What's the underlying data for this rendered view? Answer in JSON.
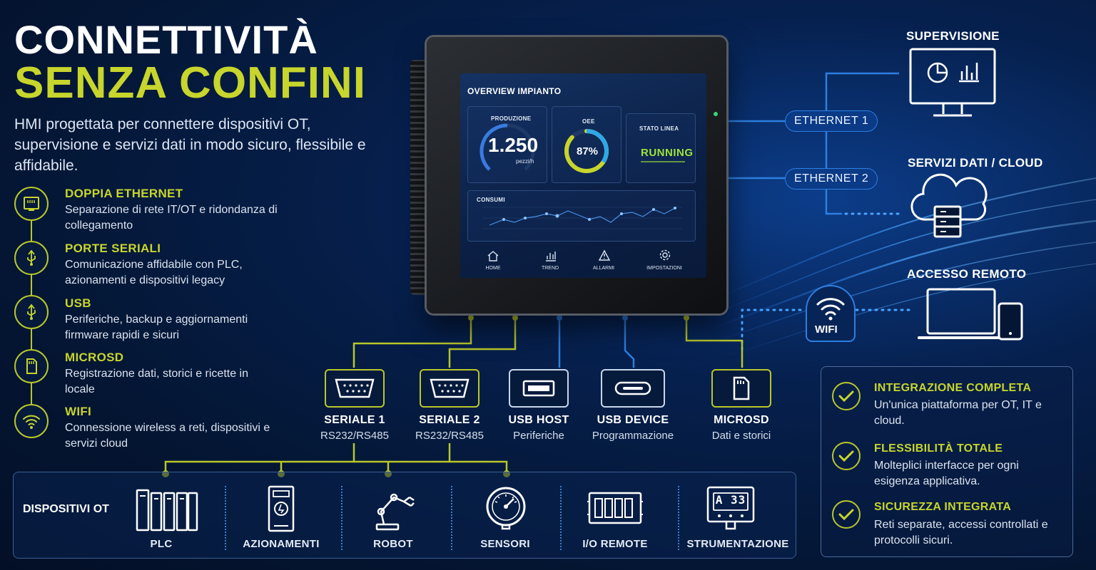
{
  "headline": {
    "line1": "CONNETTIVITÀ",
    "line2": "SENZA CONFINI",
    "intro": "HMI progettata per connettere dispositivi OT, supervisione e servizi dati in modo sicuro, flessibile e affidabile."
  },
  "features": [
    {
      "icon": "ethernet-port-icon",
      "title": "DOPPIA ETHERNET",
      "desc": "Separazione di rete IT/OT e ridondanza di collegamento"
    },
    {
      "icon": "usb-icon",
      "title": "PORTE SERIALI",
      "desc": "Comunicazione affidabile con PLC, azionamenti e dispositivi legacy"
    },
    {
      "icon": "usb-icon",
      "title": "USB",
      "desc": "Periferiche, backup e aggiornamenti firmware rapidi e sicuri"
    },
    {
      "icon": "microsd-icon",
      "title": "MICROSD",
      "desc": "Registrazione dati, storici e ricette in locale"
    },
    {
      "icon": "wifi-icon",
      "title": "WIFI",
      "desc": "Connessione wireless a reti, dispositivi e servizi cloud"
    }
  ],
  "hmi": {
    "title": "OVERVIEW IMPIANTO",
    "produzione_label": "PRODUZIONE",
    "produzione_value": "1.250",
    "produzione_unit": "pezzi/h",
    "oee_label": "OEE",
    "oee_value": "87%",
    "oee_fraction": 0.87,
    "stato_label": "STATO LINEA",
    "stato_value": "RUNNING",
    "consumi_label": "CONSUMI",
    "nav": [
      "HOME",
      "TREND",
      "ALLARMI",
      "IMPOSTAZIONI"
    ]
  },
  "network": {
    "ethernet1": "ETHERNET 1",
    "ethernet2": "ETHERNET 2",
    "supervisione": "SUPERVISIONE",
    "cloud": "SERVIZI DATI / CLOUD",
    "remote": "ACCESSO REMOTO",
    "wifi": "WIFI"
  },
  "ports": [
    {
      "name": "SERIALE 1",
      "sub": "RS232/RS485",
      "icon": "serial-port-icon"
    },
    {
      "name": "SERIALE 2",
      "sub": "RS232/RS485",
      "icon": "serial-port-icon"
    },
    {
      "name": "USB HOST",
      "sub": "Periferiche",
      "icon": "usb-a-port-icon"
    },
    {
      "name": "USB DEVICE",
      "sub": "Programmazione",
      "icon": "usb-c-port-icon"
    },
    {
      "name": "MICROSD",
      "sub": "Dati e storici",
      "icon": "microsd-icon"
    }
  ],
  "ot": {
    "title": "DISPOSITIVI OT",
    "items": [
      "PLC",
      "AZIONAMENTI",
      "ROBOT",
      "SENSORI",
      "I/O REMOTE",
      "STRUMENTAZIONE"
    ],
    "display_text": "A 33"
  },
  "benefits": [
    {
      "title": "INTEGRAZIONE COMPLETA",
      "desc": "Un'unica piattaforma per OT, IT e cloud."
    },
    {
      "title": "FLESSIBILITÀ TOTALE",
      "desc": "Molteplici interfacce per ogni esigenza applicativa."
    },
    {
      "title": "SICUREZZA INTEGRATA",
      "desc": "Reti separate, accessi controllati e protocolli sicuri."
    }
  ],
  "colors": {
    "accent": "#c7d52c",
    "blue": "#2d7fe0",
    "background": "#041634"
  }
}
